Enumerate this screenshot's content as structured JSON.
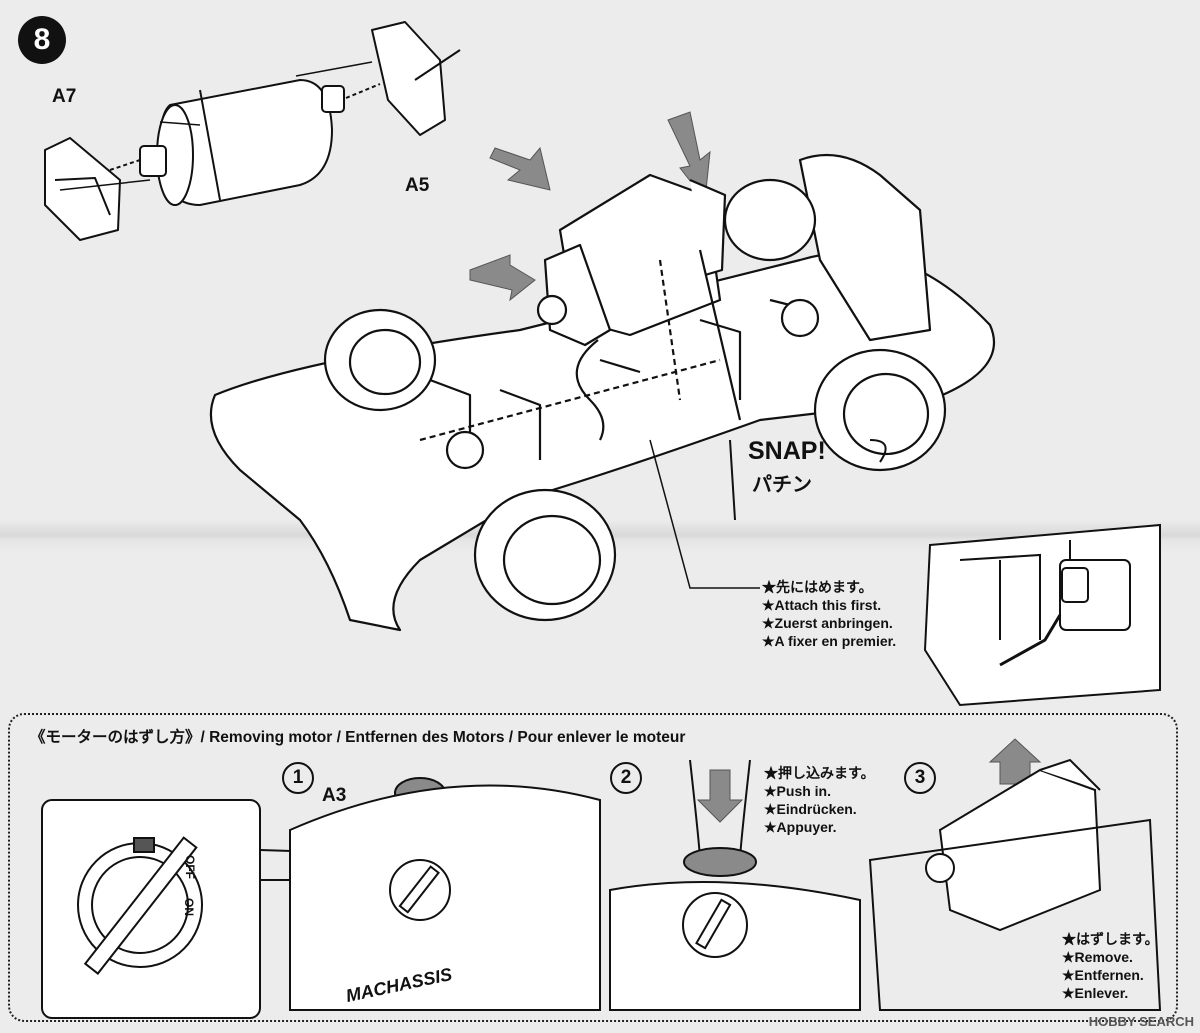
{
  "step": {
    "number": "8"
  },
  "parts": {
    "a7": "A7",
    "a5": "A5",
    "a3": "A3"
  },
  "main": {
    "snap": "SNAP!",
    "snap_jp": "パチン",
    "attach_note": [
      "★先にはめます。",
      "★Attach this first.",
      "★Zuerst anbringen.",
      "★A fixer en premier."
    ]
  },
  "removal": {
    "title": "《モーターのはずし方》/ Removing motor / Entfernen des Motors / Pour enlever le moteur",
    "steps": [
      "1",
      "2",
      "3"
    ],
    "push_note": [
      "★押し込みます。",
      "★Push in.",
      "★Eindrücken.",
      "★Appuyer."
    ],
    "remove_note": [
      "★はずします。",
      "★Remove.",
      "★Entfernen.",
      "★Enlever."
    ],
    "switch_labels": {
      "off": "OFF",
      "on": "ON"
    },
    "chassis_text": "MACHASSIS"
  },
  "watermark": "HOBBY SEARCH",
  "colors": {
    "ink": "#111111",
    "paper": "#ececec",
    "tone": "#8a8a8a"
  }
}
